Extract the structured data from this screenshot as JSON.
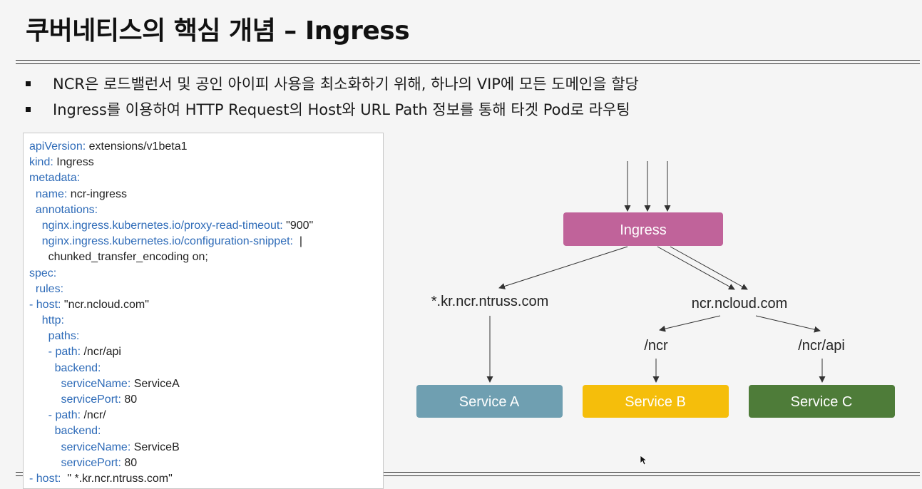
{
  "slide": {
    "title": "쿠버네티스의 핵심 개념 – Ingress",
    "bullets": [
      "NCR은 로드밸런서 및 공인 아이피 사용을 최소화하기 위해, 하나의 VIP에 모든 도메인을 할당",
      "Ingress를 이용하여 HTTP Request의 Host와 URL Path 정보를 통해 타겟 Pod로 라우팅"
    ]
  },
  "code": {
    "lines": [
      {
        "key": "apiVersion:",
        "value": " extensions/v1beta1"
      },
      {
        "key": "kind:",
        "value": " Ingress"
      },
      {
        "key": "metadata:",
        "value": ""
      },
      {
        "key": "  name:",
        "value": " ncr-ingress"
      },
      {
        "key": "  annotations:",
        "value": ""
      },
      {
        "key": "    nginx.ingress.kubernetes.io/proxy-read-timeout:",
        "value": " \"900\""
      },
      {
        "key": "    nginx.ingress.kubernetes.io/configuration-snippet:",
        "value": "  |"
      },
      {
        "key": "",
        "value": "      chunked_transfer_encoding on;"
      },
      {
        "key": "spec:",
        "value": ""
      },
      {
        "key": "  rules:",
        "value": ""
      },
      {
        "key": "- host:",
        "value": " \"ncr.ncloud.com\""
      },
      {
        "key": "    http:",
        "value": ""
      },
      {
        "key": "      paths:",
        "value": ""
      },
      {
        "key": "      - path:",
        "value": " /ncr/api"
      },
      {
        "key": "        backend:",
        "value": ""
      },
      {
        "key": "          serviceName:",
        "value": " ServiceA"
      },
      {
        "key": "          servicePort:",
        "value": " 80"
      },
      {
        "key": "      - path:",
        "value": " /ncr/"
      },
      {
        "key": "        backend:",
        "value": ""
      },
      {
        "key": "          serviceName:",
        "value": " ServiceB"
      },
      {
        "key": "          servicePort:",
        "value": " 80"
      },
      {
        "key": "- host:",
        "value": "  \" *.kr.ncr.ntruss.com\""
      }
    ]
  },
  "diagram": {
    "ingress": {
      "label": "Ingress",
      "color": "#c0639a"
    },
    "host_a": "*.kr.ncr.ntruss.com",
    "host_b": "ncr.ncloud.com",
    "path_ncr": "/ncr",
    "path_api": "/ncr/api",
    "service_a": {
      "label": "Service A",
      "color": "#6f9fb1"
    },
    "service_b": {
      "label": "Service B",
      "color": "#f5be0b"
    },
    "service_c": {
      "label": "Service C",
      "color": "#4e7c39"
    }
  },
  "colors": {
    "code_key": "#2e6bb8",
    "rule": "#333333",
    "arrow": "#333333"
  }
}
